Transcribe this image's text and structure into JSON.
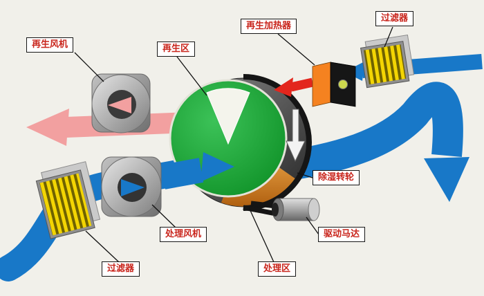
{
  "diagram": {
    "labels": {
      "regen_fan": "再生风机",
      "regen_zone": "再生区",
      "regen_heater": "再生加热器",
      "filter_top": "过滤器",
      "desiccant_wheel": "除湿转轮",
      "drive_motor": "驱动马达",
      "process_fan": "处理风机",
      "process_zone": "处理区",
      "filter_bottom": "过滤器"
    },
    "colors": {
      "process_air": "#1878c8",
      "regen_hot_air": "#e3261d",
      "regen_exhaust_air": "#f2a0a0",
      "wheel_face": "#12a12b",
      "heater_orange": "#f58220",
      "filter_yellow": "#f3d503",
      "label_text": "#c9251c",
      "background": "#f1f0ea"
    }
  }
}
